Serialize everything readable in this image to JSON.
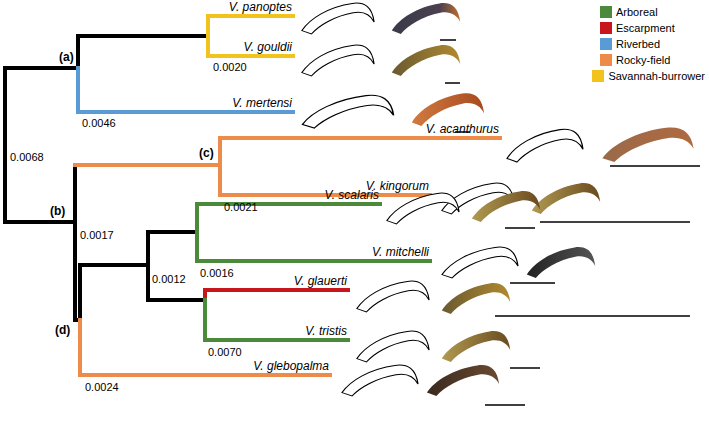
{
  "diagram": {
    "labels": [
      "V. panoptes",
      "V. gouldii",
      "V. mertensi",
      "V. acanthurus",
      "V. kingorum",
      "V. scalaris",
      "V. mitchelli",
      "V. glauerti",
      "V. tristis",
      "V. glebopalma",
      "0.0020",
      "0.0046",
      "0.0068",
      "0.0021",
      "0.0017",
      "0.0016",
      "0.0012",
      "0.0070",
      "0.0024",
      "(a)",
      "(b)",
      "(c)",
      "(d)"
    ],
    "legend": [
      {
        "text": "Arboreal",
        "color": "#4a8a3a"
      },
      {
        "text": "Escarpment",
        "color": "#c8161d"
      },
      {
        "text": "Riverbed",
        "color": "#5b9bd5"
      },
      {
        "text": "Rocky-field",
        "color": "#ed8b4a"
      },
      {
        "text": "Savannah-burrower",
        "color": "#f2c31c"
      }
    ]
  }
}
